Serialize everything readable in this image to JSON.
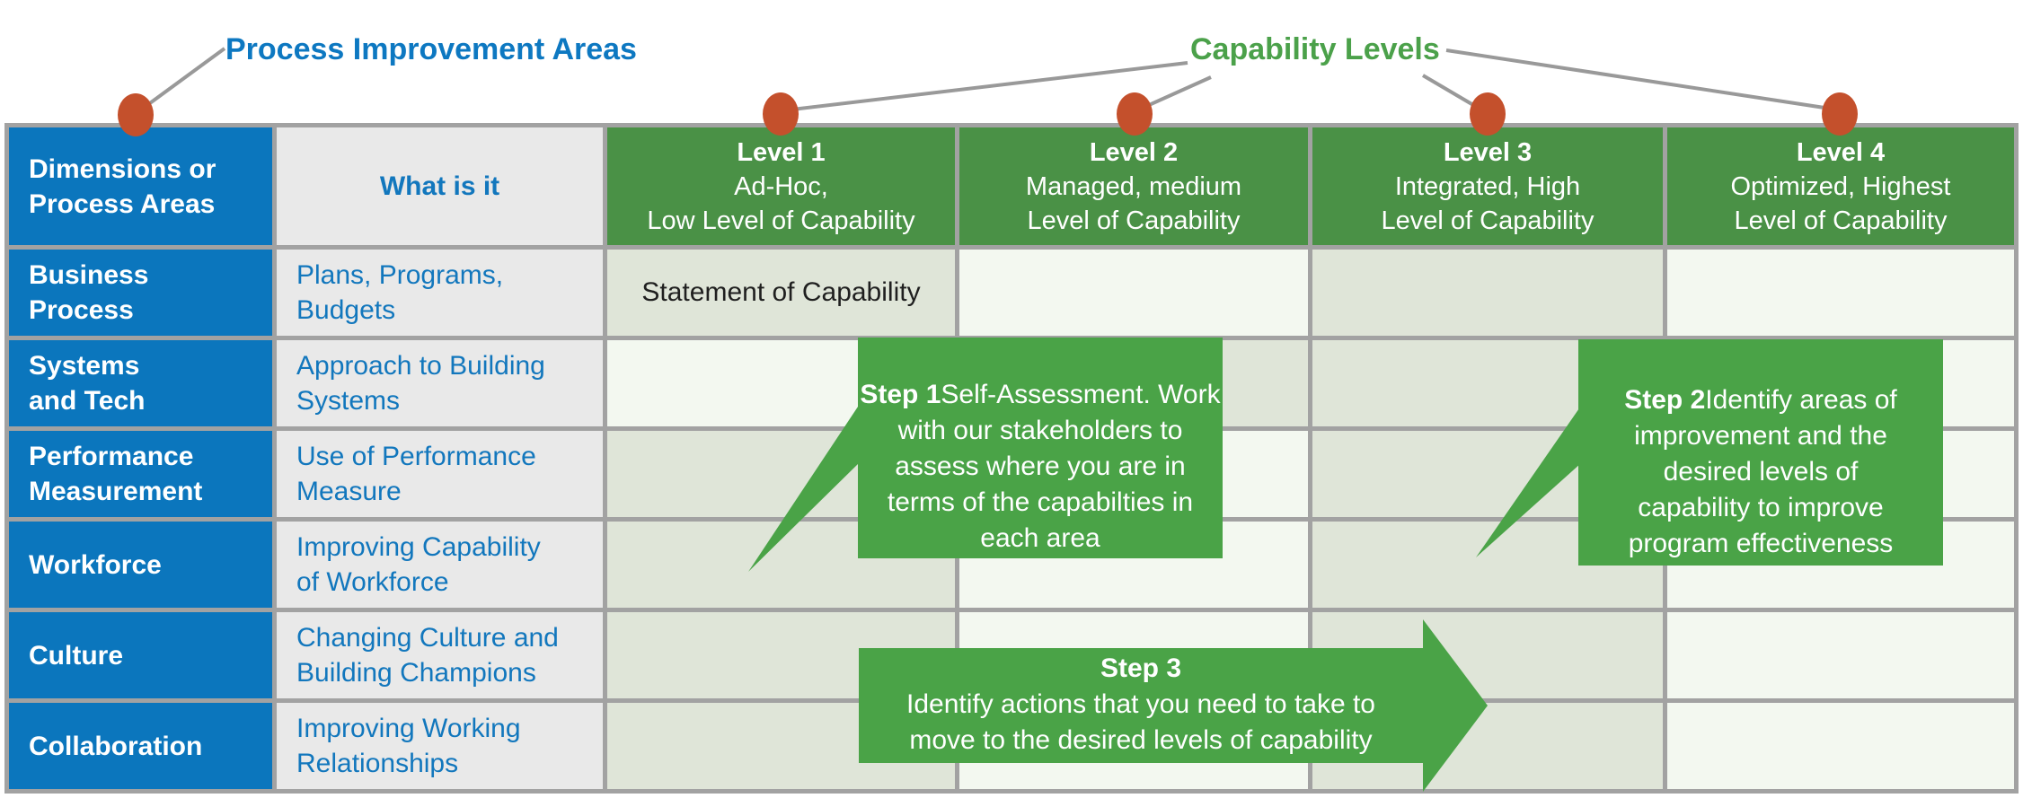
{
  "annotations": {
    "process_improvement_label": "Process Improvement Areas",
    "capability_levels_label": "Capability Levels"
  },
  "table": {
    "corner_header": "Dimensions or\nProcess Areas",
    "what_header": "What is it",
    "level_headers": [
      {
        "title": "Level 1",
        "subtitle": "Ad-Hoc,\nLow Level of Capability"
      },
      {
        "title": "Level 2",
        "subtitle": "Managed, medium\nLevel of Capability"
      },
      {
        "title": "Level 3",
        "subtitle": "Integrated, High\nLevel of Capability"
      },
      {
        "title": "Level 4",
        "subtitle": "Optimized, Highest\nLevel of Capability"
      }
    ],
    "rows": [
      {
        "area": "Business\nProcess",
        "what": "Plans, Programs,\nBudgets",
        "cells": [
          "Statement of Capability",
          "",
          "",
          ""
        ],
        "shading": [
          "dark",
          "light",
          "dark",
          "light"
        ]
      },
      {
        "area": "Systems\nand Tech",
        "what": "Approach to Building\nSystems",
        "cells": [
          "",
          "",
          "",
          ""
        ],
        "shading": [
          "light",
          "dark",
          "dark",
          "light"
        ]
      },
      {
        "area": "Performance\nMeasurement",
        "what": "Use of Performance\nMeasure",
        "cells": [
          "",
          "",
          "",
          ""
        ],
        "shading": [
          "dark",
          "light",
          "dark",
          "light"
        ]
      },
      {
        "area": "Workforce",
        "what": "Improving Capability\nof Workforce",
        "cells": [
          "",
          "",
          "",
          ""
        ],
        "shading": [
          "dark",
          "light",
          "dark",
          "light"
        ]
      },
      {
        "area": "Culture",
        "what": "Changing Culture and\nBuilding Champions",
        "cells": [
          "",
          "",
          "",
          ""
        ],
        "shading": [
          "dark",
          "light",
          "dark",
          "light"
        ]
      },
      {
        "area": "Collaboration",
        "what": "Improving Working\nRelationships",
        "cells": [
          "",
          "",
          "",
          ""
        ],
        "shading": [
          "dark",
          "light",
          "dark",
          "light"
        ]
      }
    ]
  },
  "steps": [
    {
      "title": "Step 1",
      "text": "Self-Assessment. Work\nwith our stakeholders to\nassess where you are in\nterms of the capabilties in\neach area"
    },
    {
      "title": "Step 2",
      "text": "Identify areas of\nimprovement and the\ndesired levels of\ncapability to improve\nprogram effectiveness"
    },
    {
      "title": "Step 3",
      "text": "Identify actions that you need to take to\nmove to the desired levels of capability"
    }
  ],
  "colors": {
    "row_label_blue": "#0b76bd",
    "header_green": "#4a9146",
    "step_green": "#4aa347",
    "dot_orange": "#c4502c",
    "grid_gray": "#a2a2a2",
    "cell_shaded_green": "#dfe5d8",
    "cell_light_green": "#f3f8f0",
    "what_column_gray": "#e9e9e9",
    "what_text_blue": "#1277bd",
    "label_blue": "#0d78c1",
    "label_green": "#4ba14a",
    "connector_gray": "#999999"
  }
}
